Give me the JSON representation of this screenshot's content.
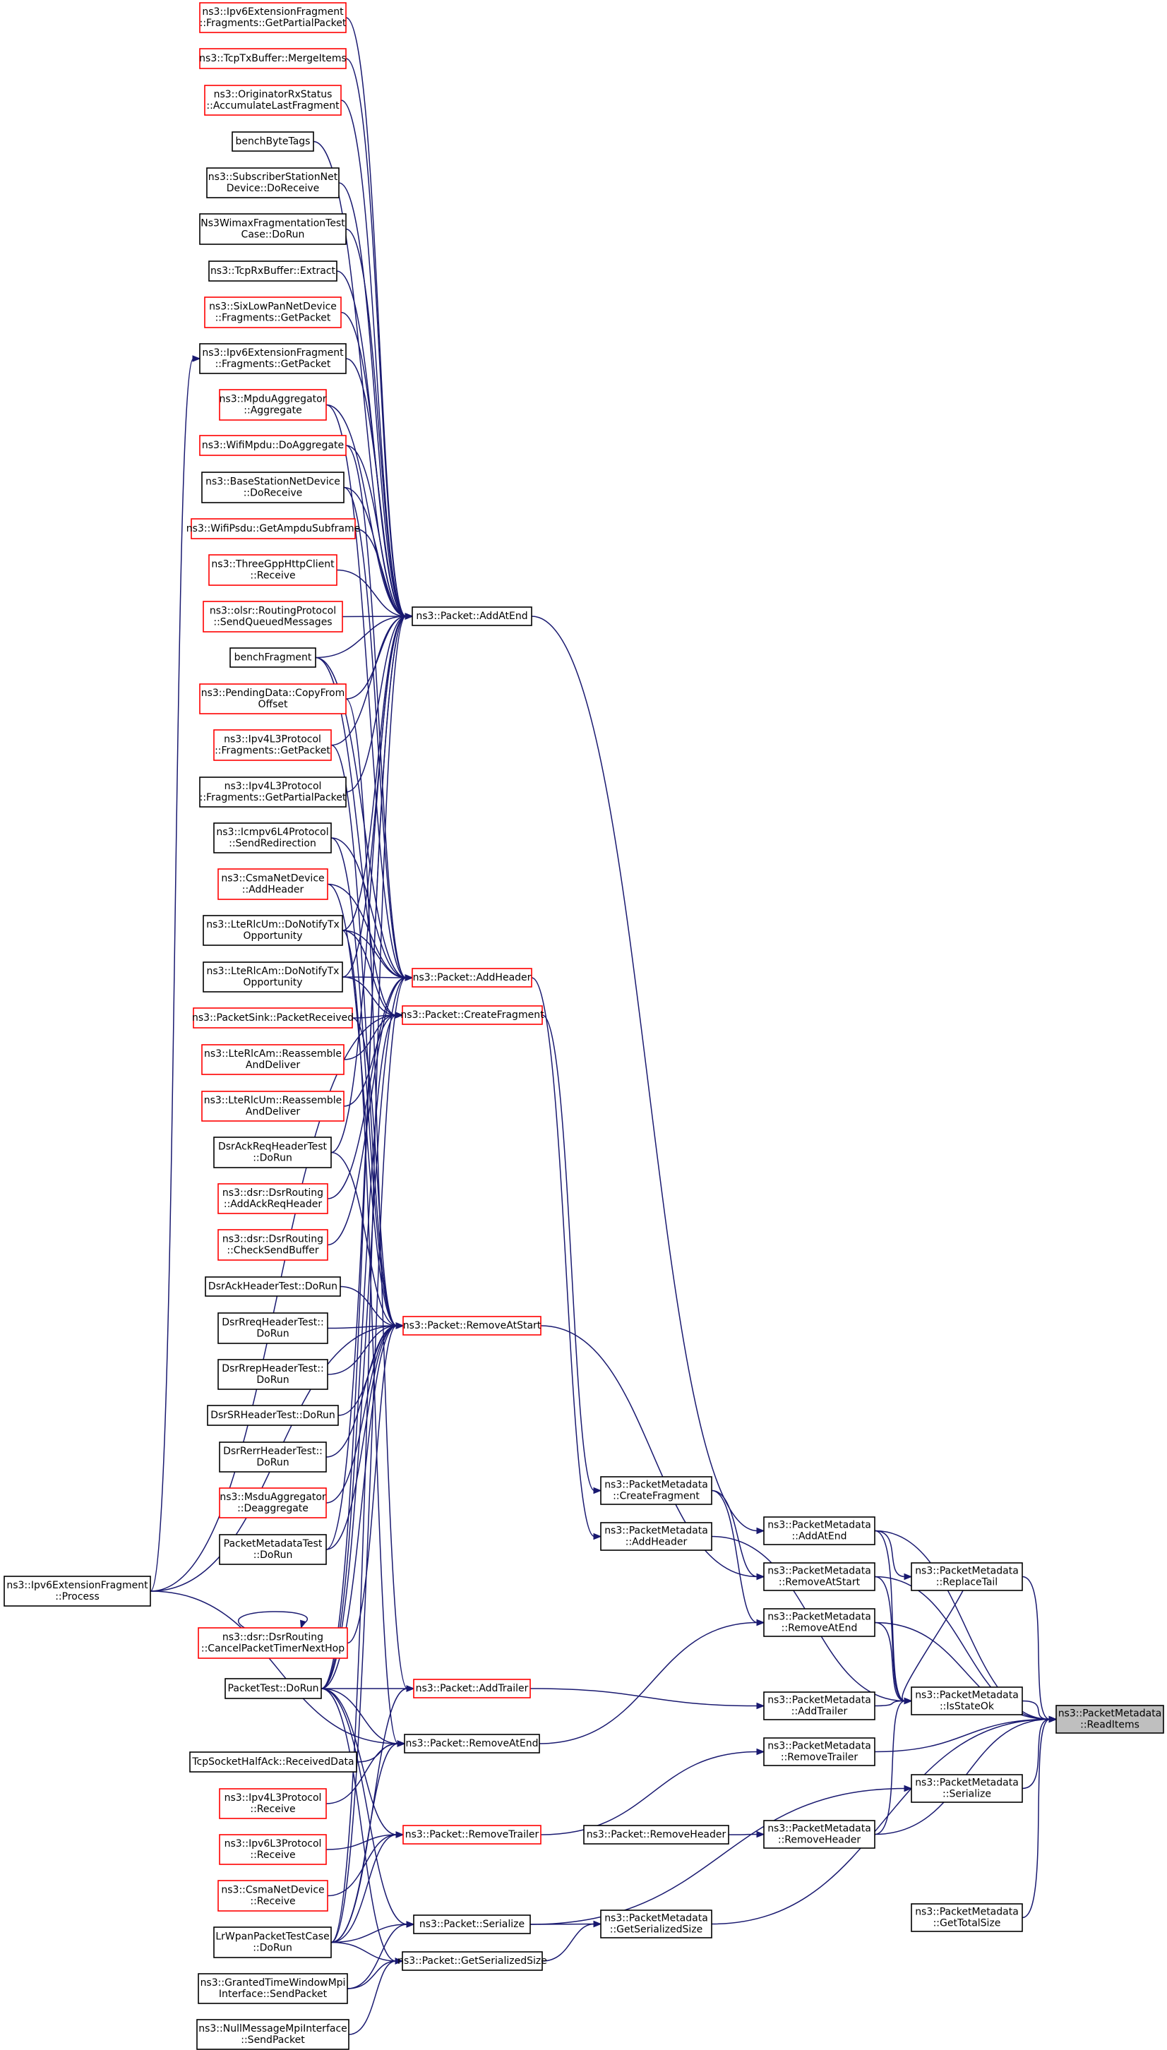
{
  "colors": {
    "edge": "#191970",
    "border_documented": "#000000",
    "border_truncated": "#ff0000",
    "fill_normal": "#ffffff",
    "fill_focus": "#bfbfbf"
  },
  "nodes": [
    {
      "id": "ipv6GetPartial",
      "lines": [
        "ns3::Ipv6ExtensionFragment",
        "::Fragments::GetPartialPacket"
      ],
      "border": "red"
    },
    {
      "id": "tcpTxMerge",
      "lines": [
        "ns3::TcpTxBuffer::MergeItems"
      ],
      "border": "red"
    },
    {
      "id": "origAccum",
      "lines": [
        "ns3::OriginatorRxStatus",
        "::AccumulateLastFragment"
      ],
      "border": "red"
    },
    {
      "id": "benchByteTags",
      "lines": [
        "benchByteTags"
      ],
      "border": "black"
    },
    {
      "id": "subStation",
      "lines": [
        "ns3::SubscriberStationNet",
        "Device::DoReceive"
      ],
      "border": "black"
    },
    {
      "id": "wimaxFrag",
      "lines": [
        "Ns3WimaxFragmentationTest",
        "Case::DoRun"
      ],
      "border": "black"
    },
    {
      "id": "tcpRxExtract",
      "lines": [
        "ns3::TcpRxBuffer::Extract"
      ],
      "border": "black"
    },
    {
      "id": "sixLow",
      "lines": [
        "ns3::SixLowPanNetDevice",
        "::Fragments::GetPacket"
      ],
      "border": "red"
    },
    {
      "id": "ipv6GetPacket",
      "lines": [
        "ns3::Ipv6ExtensionFragment",
        "::Fragments::GetPacket"
      ],
      "border": "black"
    },
    {
      "id": "mpduAgg",
      "lines": [
        "ns3::MpduAggregator",
        "::Aggregate"
      ],
      "border": "red"
    },
    {
      "id": "wifiMpdu",
      "lines": [
        "ns3::WifiMpdu::DoAggregate"
      ],
      "border": "red"
    },
    {
      "id": "baseStation",
      "lines": [
        "ns3::BaseStationNetDevice",
        "::DoReceive"
      ],
      "border": "black"
    },
    {
      "id": "wifiPsdu",
      "lines": [
        "ns3::WifiPsdu::GetAmpduSubframe"
      ],
      "border": "red"
    },
    {
      "id": "threeGpp",
      "lines": [
        "ns3::ThreeGppHttpClient",
        "::Receive"
      ],
      "border": "red"
    },
    {
      "id": "olsr",
      "lines": [
        "ns3::olsr::RoutingProtocol",
        "::SendQueuedMessages"
      ],
      "border": "red"
    },
    {
      "id": "benchFragment",
      "lines": [
        "benchFragment"
      ],
      "border": "black"
    },
    {
      "id": "pendingData",
      "lines": [
        "ns3::PendingData::CopyFrom",
        "Offset"
      ],
      "border": "red"
    },
    {
      "id": "ipv4GetPacket",
      "lines": [
        "ns3::Ipv4L3Protocol",
        "::Fragments::GetPacket"
      ],
      "border": "red"
    },
    {
      "id": "ipv4GetPartial",
      "lines": [
        "ns3::Ipv4L3Protocol",
        "::Fragments::GetPartialPacket"
      ],
      "border": "black"
    },
    {
      "id": "icmpv6",
      "lines": [
        "ns3::Icmpv6L4Protocol",
        "::SendRedirection"
      ],
      "border": "black"
    },
    {
      "id": "csmaAddHeader",
      "lines": [
        "ns3::CsmaNetDevice",
        "::AddHeader"
      ],
      "border": "red"
    },
    {
      "id": "lteUmNotify",
      "lines": [
        "ns3::LteRlcUm::DoNotifyTx",
        "Opportunity"
      ],
      "border": "black"
    },
    {
      "id": "lteAmNotify",
      "lines": [
        "ns3::LteRlcAm::DoNotifyTx",
        "Opportunity"
      ],
      "border": "black"
    },
    {
      "id": "packetSink",
      "lines": [
        "ns3::PacketSink::PacketReceived"
      ],
      "border": "red"
    },
    {
      "id": "lteAmReasm",
      "lines": [
        "ns3::LteRlcAm::Reassemble",
        "AndDeliver"
      ],
      "border": "red"
    },
    {
      "id": "lteUmReasm",
      "lines": [
        "ns3::LteRlcUm::Reassemble",
        "AndDeliver"
      ],
      "border": "red"
    },
    {
      "id": "dsrAckReqTest",
      "lines": [
        "DsrAckReqHeaderTest",
        "::DoRun"
      ],
      "border": "black"
    },
    {
      "id": "dsrAddAck",
      "lines": [
        "ns3::dsr::DsrRouting",
        "::AddAckReqHeader"
      ],
      "border": "red"
    },
    {
      "id": "dsrCheckSend",
      "lines": [
        "ns3::dsr::DsrRouting",
        "::CheckSendBuffer"
      ],
      "border": "red"
    },
    {
      "id": "dsrAckTest",
      "lines": [
        "DsrAckHeaderTest::DoRun"
      ],
      "border": "black"
    },
    {
      "id": "dsrRreqTest",
      "lines": [
        "DsrRreqHeaderTest::",
        "DoRun"
      ],
      "border": "black"
    },
    {
      "id": "dsrRrepTest",
      "lines": [
        "DsrRrepHeaderTest::",
        "DoRun"
      ],
      "border": "black"
    },
    {
      "id": "dsrSRTest",
      "lines": [
        "DsrSRHeaderTest::DoRun"
      ],
      "border": "black"
    },
    {
      "id": "dsrRerrTest",
      "lines": [
        "DsrRerrHeaderTest::",
        "DoRun"
      ],
      "border": "black"
    },
    {
      "id": "msduDeagg",
      "lines": [
        "ns3::MsduAggregator",
        "::Deaggregate"
      ],
      "border": "red"
    },
    {
      "id": "pmTest",
      "lines": [
        "PacketMetadataTest",
        "::DoRun"
      ],
      "border": "black"
    },
    {
      "id": "dsrCancel",
      "lines": [
        "ns3::dsr::DsrRouting",
        "::CancelPacketTimerNextHop"
      ],
      "border": "red"
    },
    {
      "id": "packetTest",
      "lines": [
        "PacketTest::DoRun"
      ],
      "border": "black"
    },
    {
      "id": "tcpHalfAck",
      "lines": [
        "TcpSocketHalfAck::ReceivedData"
      ],
      "border": "black"
    },
    {
      "id": "ipv4Receive",
      "lines": [
        "ns3::Ipv4L3Protocol",
        "::Receive"
      ],
      "border": "red"
    },
    {
      "id": "ipv6Receive",
      "lines": [
        "ns3::Ipv6L3Protocol",
        "::Receive"
      ],
      "border": "red"
    },
    {
      "id": "csmaReceive",
      "lines": [
        "ns3::CsmaNetDevice",
        "::Receive"
      ],
      "border": "red"
    },
    {
      "id": "lrwpan",
      "lines": [
        "LrWpanPacketTestCase",
        "::DoRun"
      ],
      "border": "black"
    },
    {
      "id": "grantedTime",
      "lines": [
        "ns3::GrantedTimeWindowMpi",
        "Interface::SendPacket"
      ],
      "border": "black"
    },
    {
      "id": "nullMsg",
      "lines": [
        "ns3::NullMessageMpiInterface",
        "::SendPacket"
      ],
      "border": "black"
    },
    {
      "id": "ipv6Process",
      "lines": [
        "ns3::Ipv6ExtensionFragment",
        "::Process"
      ],
      "border": "black"
    },
    {
      "id": "pAddAtEnd",
      "lines": [
        "ns3::Packet::AddAtEnd"
      ],
      "border": "black"
    },
    {
      "id": "pAddHeader",
      "lines": [
        "ns3::Packet::AddHeader"
      ],
      "border": "red"
    },
    {
      "id": "pCreateFrag",
      "lines": [
        "ns3::Packet::CreateFragment"
      ],
      "border": "red"
    },
    {
      "id": "pRemoveAtStart",
      "lines": [
        "ns3::Packet::RemoveAtStart"
      ],
      "border": "red"
    },
    {
      "id": "pAddTrailer",
      "lines": [
        "ns3::Packet::AddTrailer"
      ],
      "border": "red"
    },
    {
      "id": "pRemoveAtEnd",
      "lines": [
        "ns3::Packet::RemoveAtEnd"
      ],
      "border": "black"
    },
    {
      "id": "pRemoveTrailer",
      "lines": [
        "ns3::Packet::RemoveTrailer"
      ],
      "border": "red"
    },
    {
      "id": "pSerialize",
      "lines": [
        "ns3::Packet::Serialize"
      ],
      "border": "black"
    },
    {
      "id": "pGetSerSize",
      "lines": [
        "ns3::Packet::GetSerializedSize"
      ],
      "border": "black"
    },
    {
      "id": "pRemoveHeader",
      "lines": [
        "ns3::Packet::RemoveHeader"
      ],
      "border": "black"
    },
    {
      "id": "pmCreateFrag",
      "lines": [
        "ns3::PacketMetadata",
        "::CreateFragment"
      ],
      "border": "black"
    },
    {
      "id": "pmAddHeader",
      "lines": [
        "ns3::PacketMetadata",
        "::AddHeader"
      ],
      "border": "black"
    },
    {
      "id": "pmGetSerSize",
      "lines": [
        "ns3::PacketMetadata",
        "::GetSerializedSize"
      ],
      "border": "black"
    },
    {
      "id": "pmAddAtEnd",
      "lines": [
        "ns3::PacketMetadata",
        "::AddAtEnd"
      ],
      "border": "black"
    },
    {
      "id": "pmRemoveAtStart",
      "lines": [
        "ns3::PacketMetadata",
        "::RemoveAtStart"
      ],
      "border": "black"
    },
    {
      "id": "pmRemoveAtEnd",
      "lines": [
        "ns3::PacketMetadata",
        "::RemoveAtEnd"
      ],
      "border": "black"
    },
    {
      "id": "pmAddTrailer",
      "lines": [
        "ns3::PacketMetadata",
        "::AddTrailer"
      ],
      "border": "black"
    },
    {
      "id": "pmRemoveTrailer",
      "lines": [
        "ns3::PacketMetadata",
        "::RemoveTrailer"
      ],
      "border": "black"
    },
    {
      "id": "pmRemoveHeader",
      "lines": [
        "ns3::PacketMetadata",
        "::RemoveHeader"
      ],
      "border": "black"
    },
    {
      "id": "pmReplaceTail",
      "lines": [
        "ns3::PacketMetadata",
        "::ReplaceTail"
      ],
      "border": "black"
    },
    {
      "id": "pmIsStateOk",
      "lines": [
        "ns3::PacketMetadata",
        "::IsStateOk"
      ],
      "border": "black"
    },
    {
      "id": "pmSerialize",
      "lines": [
        "ns3::PacketMetadata",
        "::Serialize"
      ],
      "border": "black"
    },
    {
      "id": "pmGetTotalSize",
      "lines": [
        "ns3::PacketMetadata",
        "::GetTotalSize"
      ],
      "border": "black"
    },
    {
      "id": "pmReadItems",
      "lines": [
        "ns3::PacketMetadata",
        "::ReadItems"
      ],
      "border": "black",
      "focus": true
    }
  ],
  "edges": [
    [
      "ipv6GetPartial",
      "pAddAtEnd"
    ],
    [
      "tcpTxMerge",
      "pAddAtEnd"
    ],
    [
      "origAccum",
      "pAddAtEnd"
    ],
    [
      "benchByteTags",
      "pAddAtEnd"
    ],
    [
      "subStation",
      "pAddAtEnd"
    ],
    [
      "wimaxFrag",
      "pAddAtEnd"
    ],
    [
      "tcpRxExtract",
      "pAddAtEnd"
    ],
    [
      "sixLow",
      "pAddAtEnd"
    ],
    [
      "ipv6GetPacket",
      "pAddAtEnd"
    ],
    [
      "mpduAgg",
      "pAddAtEnd"
    ],
    [
      "wifiMpdu",
      "pAddAtEnd"
    ],
    [
      "baseStation",
      "pAddAtEnd"
    ],
    [
      "wifiPsdu",
      "pAddAtEnd"
    ],
    [
      "threeGpp",
      "pAddAtEnd"
    ],
    [
      "olsr",
      "pAddAtEnd"
    ],
    [
      "benchFragment",
      "pAddAtEnd"
    ],
    [
      "pendingData",
      "pAddAtEnd"
    ],
    [
      "ipv4GetPacket",
      "pAddAtEnd"
    ],
    [
      "ipv4GetPartial",
      "pAddAtEnd"
    ],
    [
      "lteUmNotify",
      "pAddAtEnd"
    ],
    [
      "lteAmNotify",
      "pAddAtEnd"
    ],
    [
      "dsrAckReqTest",
      "pAddAtEnd"
    ],
    [
      "pmTest",
      "pAddAtEnd"
    ],
    [
      "packetTest",
      "pAddAtEnd"
    ],
    [
      "lrwpan",
      "pAddAtEnd"
    ],
    [
      "mpduAgg",
      "pAddHeader"
    ],
    [
      "wifiMpdu",
      "pAddHeader"
    ],
    [
      "baseStation",
      "pAddHeader"
    ],
    [
      "benchFragment",
      "pAddHeader"
    ],
    [
      "icmpv6",
      "pAddHeader"
    ],
    [
      "csmaAddHeader",
      "pAddHeader"
    ],
    [
      "lteUmNotify",
      "pAddHeader"
    ],
    [
      "lteAmNotify",
      "pAddHeader"
    ],
    [
      "dsrAddAck",
      "pAddHeader"
    ],
    [
      "dsrCheckSend",
      "pAddHeader"
    ],
    [
      "packetTest",
      "pAddHeader"
    ],
    [
      "lrwpan",
      "pAddHeader"
    ],
    [
      "benchFragment",
      "pCreateFrag"
    ],
    [
      "lteUmNotify",
      "pCreateFrag"
    ],
    [
      "lteAmNotify",
      "pCreateFrag"
    ],
    [
      "packetSink",
      "pCreateFrag"
    ],
    [
      "lteAmReasm",
      "pCreateFrag"
    ],
    [
      "lteUmReasm",
      "pCreateFrag"
    ],
    [
      "packetTest",
      "pCreateFrag"
    ],
    [
      "ipv6Process",
      "pCreateFrag"
    ],
    [
      "ipv4GetPacket",
      "pRemoveAtStart"
    ],
    [
      "icmpv6",
      "pRemoveAtStart"
    ],
    [
      "csmaAddHeader",
      "pRemoveAtStart"
    ],
    [
      "packetSink",
      "pRemoveAtStart"
    ],
    [
      "dsrAckReqTest",
      "pRemoveAtStart"
    ],
    [
      "dsrAckTest",
      "pRemoveAtStart"
    ],
    [
      "dsrRreqTest",
      "pRemoveAtStart"
    ],
    [
      "dsrRrepTest",
      "pRemoveAtStart"
    ],
    [
      "dsrSRTest",
      "pRemoveAtStart"
    ],
    [
      "dsrRerrTest",
      "pRemoveAtStart"
    ],
    [
      "msduDeagg",
      "pRemoveAtStart"
    ],
    [
      "pmTest",
      "pRemoveAtStart"
    ],
    [
      "dsrCancel",
      "pRemoveAtStart"
    ],
    [
      "packetTest",
      "pRemoveAtStart"
    ],
    [
      "ipv6Process",
      "pRemoveAtStart"
    ],
    [
      "packetTest",
      "pAddTrailer"
    ],
    [
      "lrwpan",
      "pAddTrailer"
    ],
    [
      "pendingData",
      "pAddTrailer"
    ],
    [
      "tcpHalfAck",
      "pRemoveAtEnd"
    ],
    [
      "ipv4Receive",
      "pRemoveAtEnd"
    ],
    [
      "packetTest",
      "pRemoveAtEnd"
    ],
    [
      "lrwpan",
      "pRemoveAtEnd"
    ],
    [
      "ipv6Process",
      "pRemoveAtEnd"
    ],
    [
      "lteUmNotify",
      "pRemoveAtEnd"
    ],
    [
      "ipv6Receive",
      "pRemoveTrailer"
    ],
    [
      "csmaReceive",
      "pRemoveTrailer"
    ],
    [
      "packetTest",
      "pRemoveTrailer"
    ],
    [
      "lrwpan",
      "pRemoveTrailer"
    ],
    [
      "lrwpan",
      "pSerialize"
    ],
    [
      "grantedTime",
      "pSerialize"
    ],
    [
      "packetTest",
      "pSerialize"
    ],
    [
      "lrwpan",
      "pGetSerSize"
    ],
    [
      "grantedTime",
      "pGetSerSize"
    ],
    [
      "nullMsg",
      "pGetSerSize"
    ],
    [
      "packetTest",
      "pGetSerSize"
    ],
    [
      "ipv6Process",
      "ipv6GetPacket"
    ],
    [
      "dsrCancel",
      "dsrCancel"
    ],
    [
      "pCreateFrag",
      "pmCreateFrag"
    ],
    [
      "pAddHeader",
      "pmAddHeader"
    ],
    [
      "pAddAtEnd",
      "pmAddAtEnd"
    ],
    [
      "pRemoveAtStart",
      "pmRemoveAtStart"
    ],
    [
      "pRemoveAtEnd",
      "pmRemoveAtEnd"
    ],
    [
      "pAddTrailer",
      "pmAddTrailer"
    ],
    [
      "pRemoveTrailer",
      "pmRemoveTrailer"
    ],
    [
      "pRemoveHeader",
      "pmRemoveHeader"
    ],
    [
      "pSerialize",
      "pmGetSerSize"
    ],
    [
      "pGetSerSize",
      "pmGetSerSize"
    ],
    [
      "pSerialize",
      "pmSerialize"
    ],
    [
      "pmCreateFrag",
      "pmRemoveAtStart"
    ],
    [
      "pmCreateFrag",
      "pmRemoveAtEnd"
    ],
    [
      "pmAddAtEnd",
      "pmReplaceTail"
    ],
    [
      "pmAddAtEnd",
      "pmIsStateOk"
    ],
    [
      "pmAddHeader",
      "pmIsStateOk"
    ],
    [
      "pmRemoveAtStart",
      "pmIsStateOk"
    ],
    [
      "pmRemoveAtEnd",
      "pmIsStateOk"
    ],
    [
      "pmAddTrailer",
      "pmIsStateOk"
    ],
    [
      "pmRemoveHeader",
      "pmIsStateOk"
    ],
    [
      "pmReplaceTail",
      "pmIsStateOk"
    ],
    [
      "pmAddAtEnd",
      "pmReadItems"
    ],
    [
      "pmRemoveAtStart",
      "pmReadItems"
    ],
    [
      "pmRemoveAtEnd",
      "pmReadItems"
    ],
    [
      "pmIsStateOk",
      "pmReadItems"
    ],
    [
      "pmReplaceTail",
      "pmReadItems"
    ],
    [
      "pmRemoveTrailer",
      "pmReadItems"
    ],
    [
      "pmSerialize",
      "pmReadItems"
    ],
    [
      "pmRemoveHeader",
      "pmReadItems"
    ],
    [
      "pmGetSerSize",
      "pmReadItems"
    ],
    [
      "pmGetTotalSize",
      "pmReadItems"
    ]
  ]
}
